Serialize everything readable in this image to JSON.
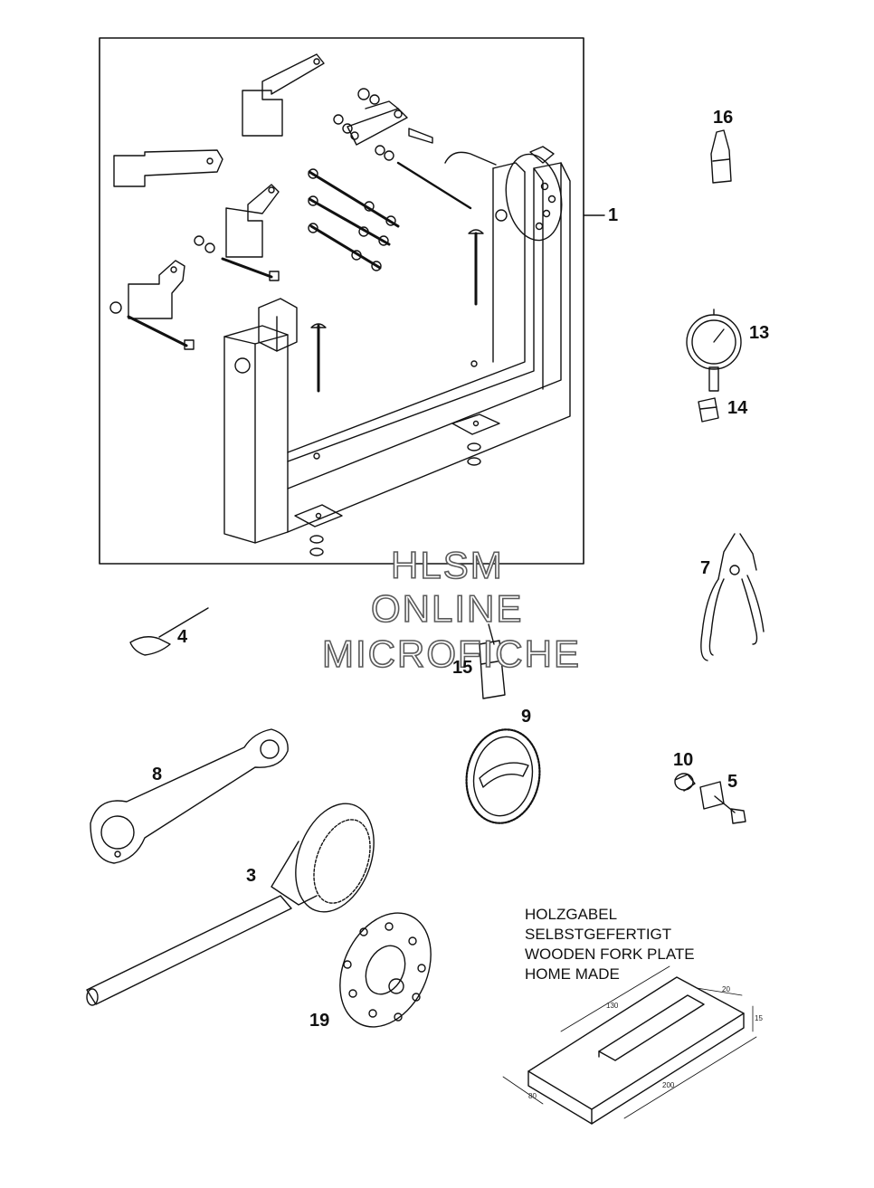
{
  "watermark": {
    "line1": "HLSM",
    "line2": "ONLINE",
    "line3": "MICROFICHE"
  },
  "callouts": [
    "1",
    "16",
    "13",
    "14",
    "7",
    "4",
    "15",
    "9",
    "8",
    "10",
    "5",
    "3",
    "19"
  ],
  "note": {
    "line1": "HOLZGABEL",
    "line2": "SELBSTGEFERTIGT",
    "line3": "WOODEN FORK PLATE",
    "line4": "HOME MADE"
  },
  "dimensions": {
    "length_top": "130",
    "width_right": "20",
    "height": "15",
    "length_bottom": "200",
    "width_front": "80"
  },
  "colors": {
    "line": "#111111",
    "watermark_outline": "#5a5a5a",
    "background": "#ffffff"
  }
}
